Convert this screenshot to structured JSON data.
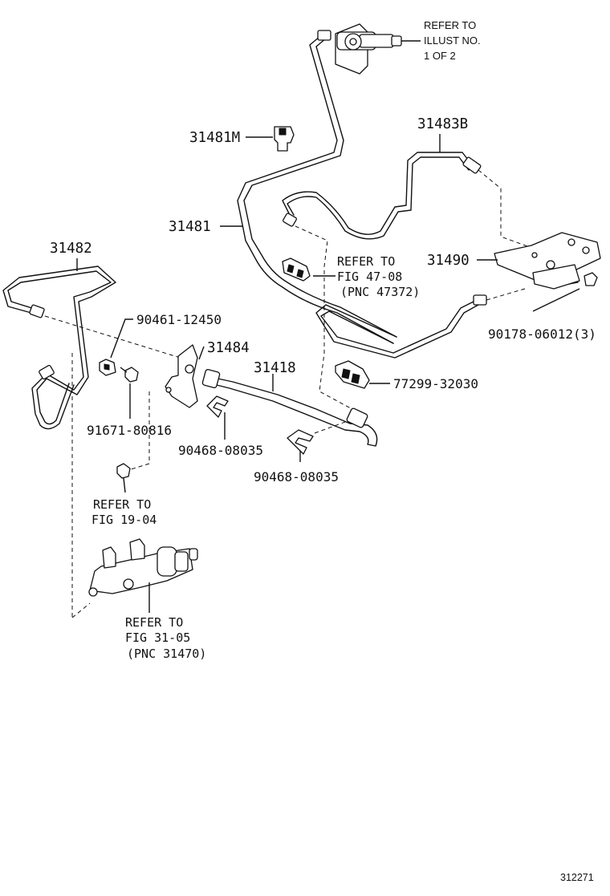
{
  "labels": {
    "p31481M": "31481M",
    "p31483B": "31483B",
    "p31481": "31481",
    "p31490": "31490",
    "p31482": "31482",
    "p90461": "90461-12450",
    "p31484": "31484",
    "p31418": "31418",
    "p90178": "90178-06012(3)",
    "p77299": "77299-32030",
    "p91671": "91671-80816",
    "p90468a": "90468-08035",
    "p90468b": "90468-08035"
  },
  "refs": {
    "top": {
      "line1": "REFER TO",
      "line2": "ILLUST NO.",
      "line3": "1 OF 2"
    },
    "fig4708": {
      "line1": "REFER TO",
      "line2": "FIG 47-08",
      "line3": "(PNC 47372)"
    },
    "fig1904": {
      "line1": "REFER TO",
      "line2": "FIG 19-04"
    },
    "fig3105": {
      "line1": "REFER TO",
      "line2": "FIG 31-05",
      "line3": "(PNC 31470)"
    }
  },
  "illustration_code": "312271"
}
